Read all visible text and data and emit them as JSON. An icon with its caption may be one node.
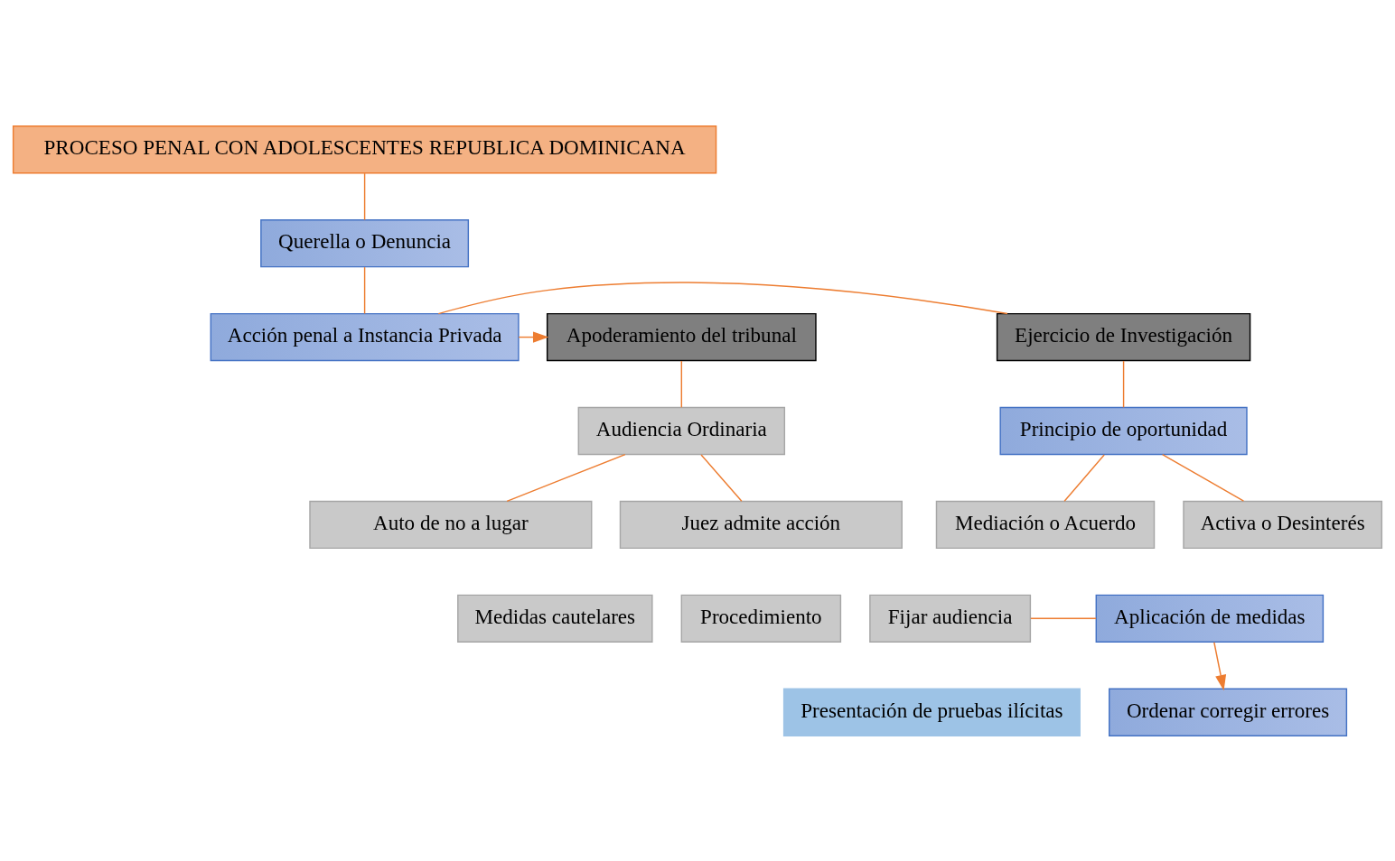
{
  "diagram": {
    "nodes": [
      {
        "text": [
          "PROCESO PENAL CON ADOLESCENTES REPUBLICA DOMINICANA"
        ]
      },
      {
        "text": [
          "Querella o Denuncia"
        ]
      },
      {
        "text": [
          "Ejercicio de Investigación"
        ]
      },
      {
        "text": [
          "Acción penal a Instancia Privada"
        ]
      },
      {
        "text": [
          "Apoderamiento del tribunal"
        ]
      },
      {
        "text": [
          "Principio de oportunidad"
        ]
      },
      {
        "text": [
          "Audiencia Ordinaria"
        ]
      },
      {
        "text": [
          "Mediación o Acuerdo"
        ]
      },
      {
        "text": [
          "Activa o Desinterés"
        ]
      },
      {
        "text": [
          "Auto de no a lugar"
        ]
      },
      {
        "text": [
          "Juez admite acción"
        ]
      },
      {
        "text": [
          "Medidas cautelares"
        ]
      },
      {
        "text": [
          "Procedimiento"
        ]
      },
      {
        "text": [
          "Fijar audiencia"
        ]
      },
      {
        "text": [
          "Aplicación de medidas"
        ]
      },
      {
        "text": [
          "Presentación de pruebas ilícitas"
        ]
      },
      {
        "text": [
          "Ordenar corregir errores"
        ]
      }
    ],
    "edges": [
      {
        "from": 0,
        "to": 1,
        "arrow": "none"
      },
      {
        "from": 1,
        "to": 3,
        "arrow": "none"
      },
      {
        "from": 2,
        "to": 3,
        "arrow": "none"
      },
      {
        "from": 3,
        "to": 4,
        "arrow": "to"
      },
      {
        "from": 2,
        "to": 5,
        "arrow": "none"
      },
      {
        "from": 5,
        "to": 7,
        "arrow": "none"
      },
      {
        "from": 5,
        "to": 8,
        "arrow": "none"
      },
      {
        "from": 4,
        "to": 6,
        "arrow": "none"
      },
      {
        "from": 6,
        "to": 9,
        "arrow": "none"
      },
      {
        "from": 6,
        "to": 10,
        "arrow": "none"
      },
      {
        "from": 13,
        "to": 14,
        "arrow": "none"
      },
      {
        "from": 14,
        "to": 16,
        "arrow": "to"
      }
    ]
  }
}
